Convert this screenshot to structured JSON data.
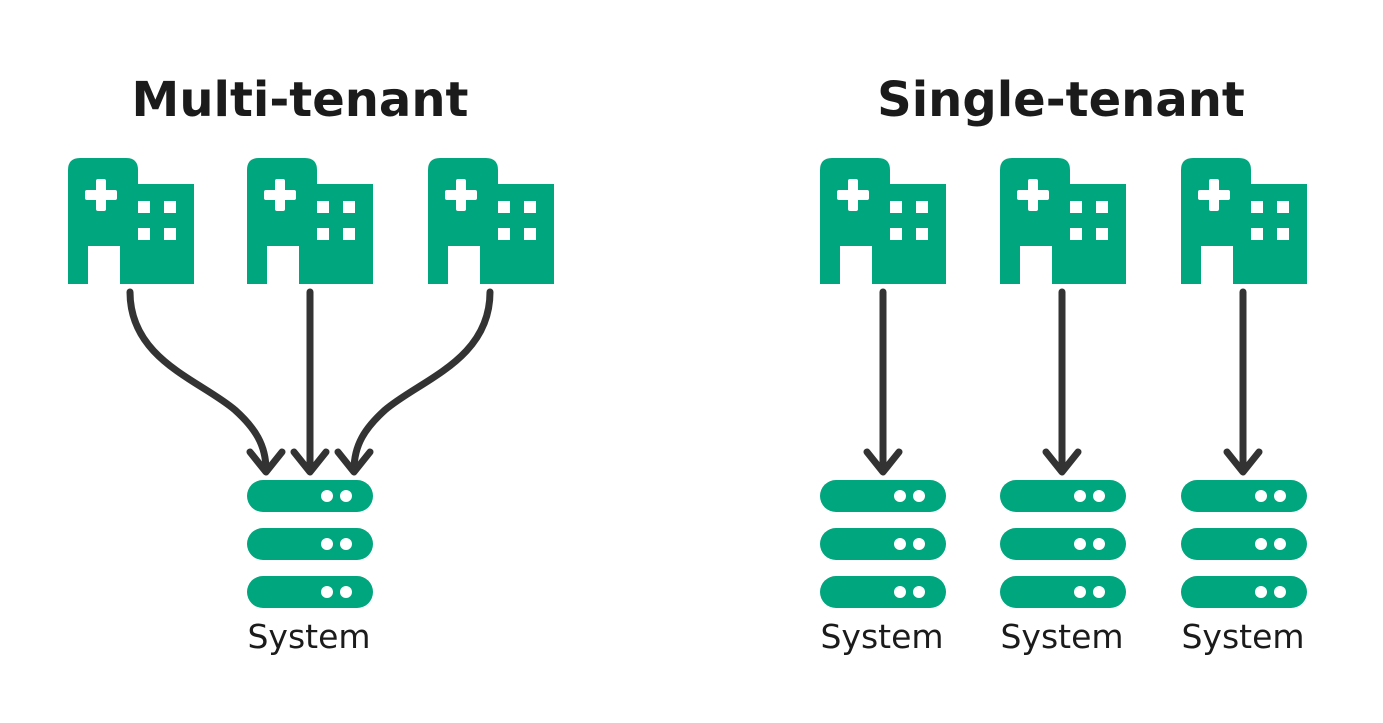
{
  "multi_tenant": {
    "title": "Multi-tenant",
    "system_label": "System"
  },
  "single_tenant": {
    "title": "Single-tenant",
    "system_labels": [
      "System",
      "System",
      "System"
    ]
  },
  "icons": {
    "tenant": "hospital-building-icon",
    "system": "server-stack-icon"
  },
  "colors": {
    "accent": "#00a67e",
    "arrow": "#333333",
    "text": "#1b1b1b",
    "background": "#ffffff"
  }
}
